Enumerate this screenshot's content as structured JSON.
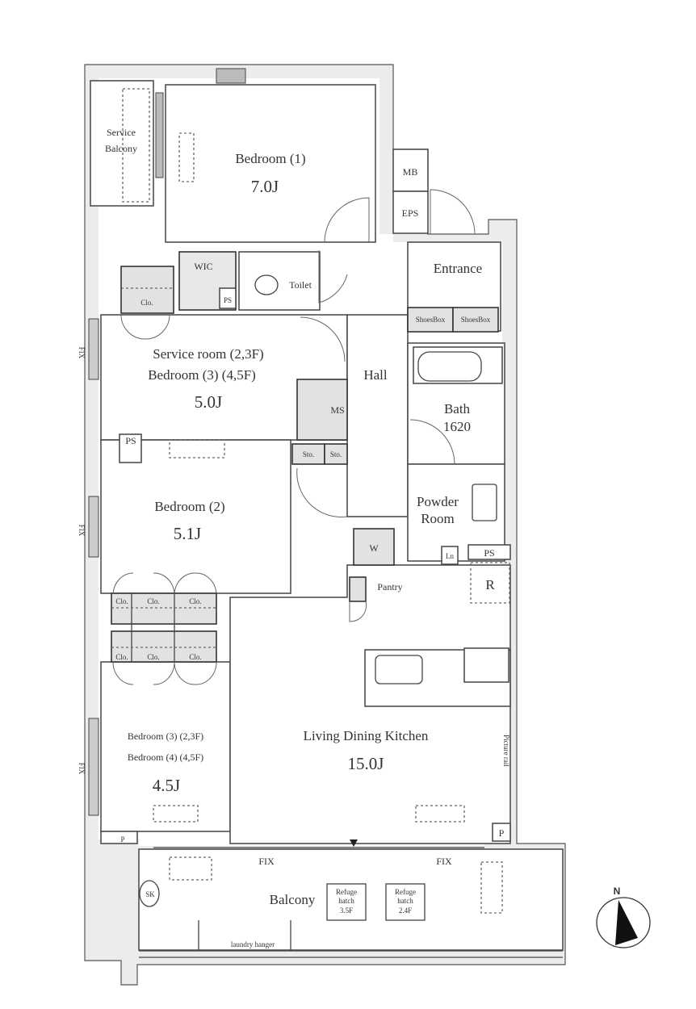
{
  "rooms": {
    "bedroom1": {
      "name": "Bedroom (1)",
      "area": "7.0J"
    },
    "service_balcony": {
      "line1": "Service",
      "line2": "Balcony"
    },
    "service_room": {
      "line1": "Service room (2,3F)",
      "line2": "Bedroom (3) (4,5F)",
      "area": "5.0J"
    },
    "bedroom2": {
      "name": "Bedroom (2)",
      "area": "5.1J"
    },
    "bedroom34": {
      "line1": "Bedroom (3) (2,3F)",
      "line2": "Bedroom (4) (4,5F)",
      "area": "4.5J"
    },
    "ldk": {
      "name": "Living Dining Kitchen",
      "area": "15.0J"
    },
    "hall": {
      "name": "Hall"
    },
    "entrance": {
      "name": "Entrance"
    },
    "bath": {
      "name": "Bath",
      "size": "1620"
    },
    "powder_room": {
      "line1": "Powder",
      "line2": "Room"
    },
    "toilet": {
      "name": "Toilet"
    },
    "balcony": {
      "name": "Balcony"
    }
  },
  "fixtures": {
    "mb": "MB",
    "eps": "EPS",
    "wic": "WIC",
    "ps": "PS",
    "clo": "Clo.",
    "ms": "MS",
    "sto": "Sto.",
    "shoes_box": "ShoesBox",
    "pantry": "Pantry",
    "r": "R",
    "ln": "Ln",
    "p": "P",
    "sk": "SK",
    "fix": "FIX",
    "picture_rail": "Picture rail",
    "laundry_hanger": "laundry hanger",
    "refuge_hatch_1": {
      "line1": "Refuge",
      "line2": "hatch",
      "line3": "3.5F"
    },
    "refuge_hatch_2": {
      "line1": "Refuge",
      "line2": "hatch",
      "line3": "2.4F"
    },
    "wm": "W"
  },
  "compass": {
    "label": "N"
  }
}
